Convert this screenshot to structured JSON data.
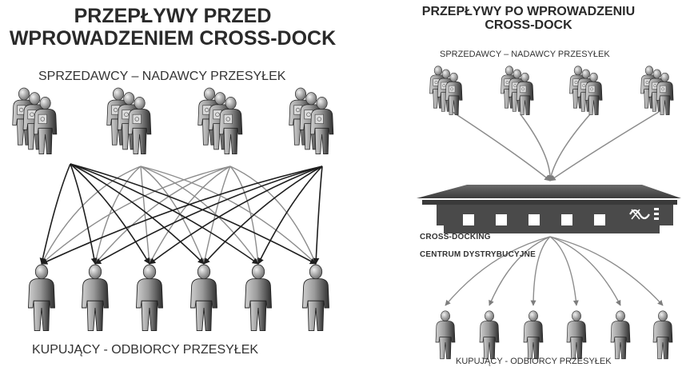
{
  "left": {
    "title_line1": "PRZEPŁYWY PRZED",
    "title_line2": "WPROWADZENIEM CROSS-DOCK",
    "senders_label": "SPRZEDAWCY – NADAWCY  PRZESYŁEK",
    "receivers_label": "KUPUJĄCY - ODBIORCY PRZESYŁEK"
  },
  "right": {
    "title_line1": "PRZEPŁYWY PO WPROWADZENIU",
    "title_line2": "CROSS-DOCK",
    "senders_label": "SPRZEDAWCY – NADAWCY  PRZESYŁEK",
    "center_label1": "CROSS-DOCKING",
    "center_label2": "CENTRUM DYSTRYBUCYJNE",
    "receivers_label": "KUPUJĄCY - ODBIORCY PRZESYŁEK"
  },
  "colors": {
    "figure_dark": "#2f2f2f",
    "figure_mid": "#9a9a9a",
    "figure_light": "#d9d9d9",
    "arrow_dark": "#1e1e1e",
    "arrow_gray": "#8c8c8c",
    "building": "#4a4a4a"
  }
}
